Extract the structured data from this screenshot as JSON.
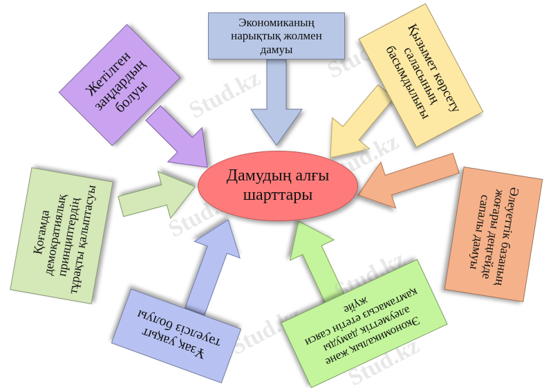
{
  "center": {
    "label": "Дамудың алғы шарттары",
    "color": "#ff7b7b"
  },
  "boxes": [
    {
      "id": "top",
      "label": "Экономиканың нарықтық жолмен дамуы",
      "color": "#b8c7e6"
    },
    {
      "id": "top-left",
      "label": "Жетілген заңдардың болуы",
      "color": "#c9a3f0"
    },
    {
      "id": "top-right",
      "label": "Қызымет көрсету саласының басымдылығы",
      "color": "#fde9a4"
    },
    {
      "id": "left",
      "label": "Қоғамда демократиялық принциптердің тұрақты қалыптасуы",
      "color": "#d5e8b8"
    },
    {
      "id": "right",
      "label": "Әлеуеттік базаның жоғары деңгейде сапалы дамуы",
      "color": "#f5b28a"
    },
    {
      "id": "bottom-left",
      "label": "Ұзақ уақыт тәуелсіз болуы",
      "color": "#b7c2f2"
    },
    {
      "id": "bottom-right",
      "label": "Экономикалық және әлеуметтік дамуды қамтамасыз ететін саяси жүйе",
      "color": "#c4f59c"
    }
  ],
  "watermark": {
    "text": "Stud.kz"
  }
}
